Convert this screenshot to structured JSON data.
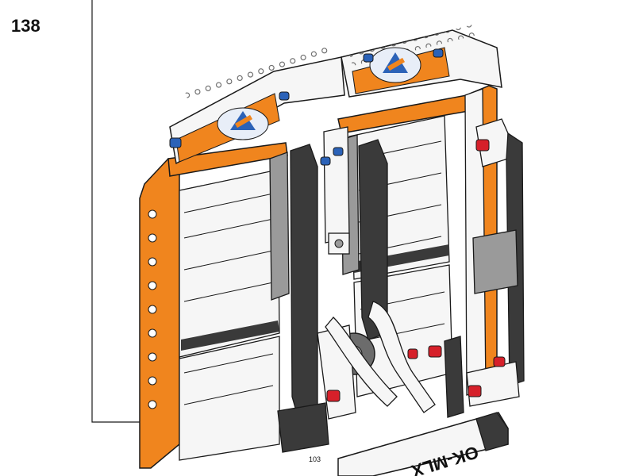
{
  "step_number": "138",
  "page_number": "103",
  "illustration": {
    "plate_text": "OK-MLX",
    "colors": {
      "orange": "#f0851e",
      "white": "#f6f6f6",
      "dark_gray": "#3a3a3a",
      "light_gray": "#9a9a9a",
      "outline": "#1a1a1a",
      "red": "#d6202a",
      "blue": "#2b62b8"
    }
  }
}
